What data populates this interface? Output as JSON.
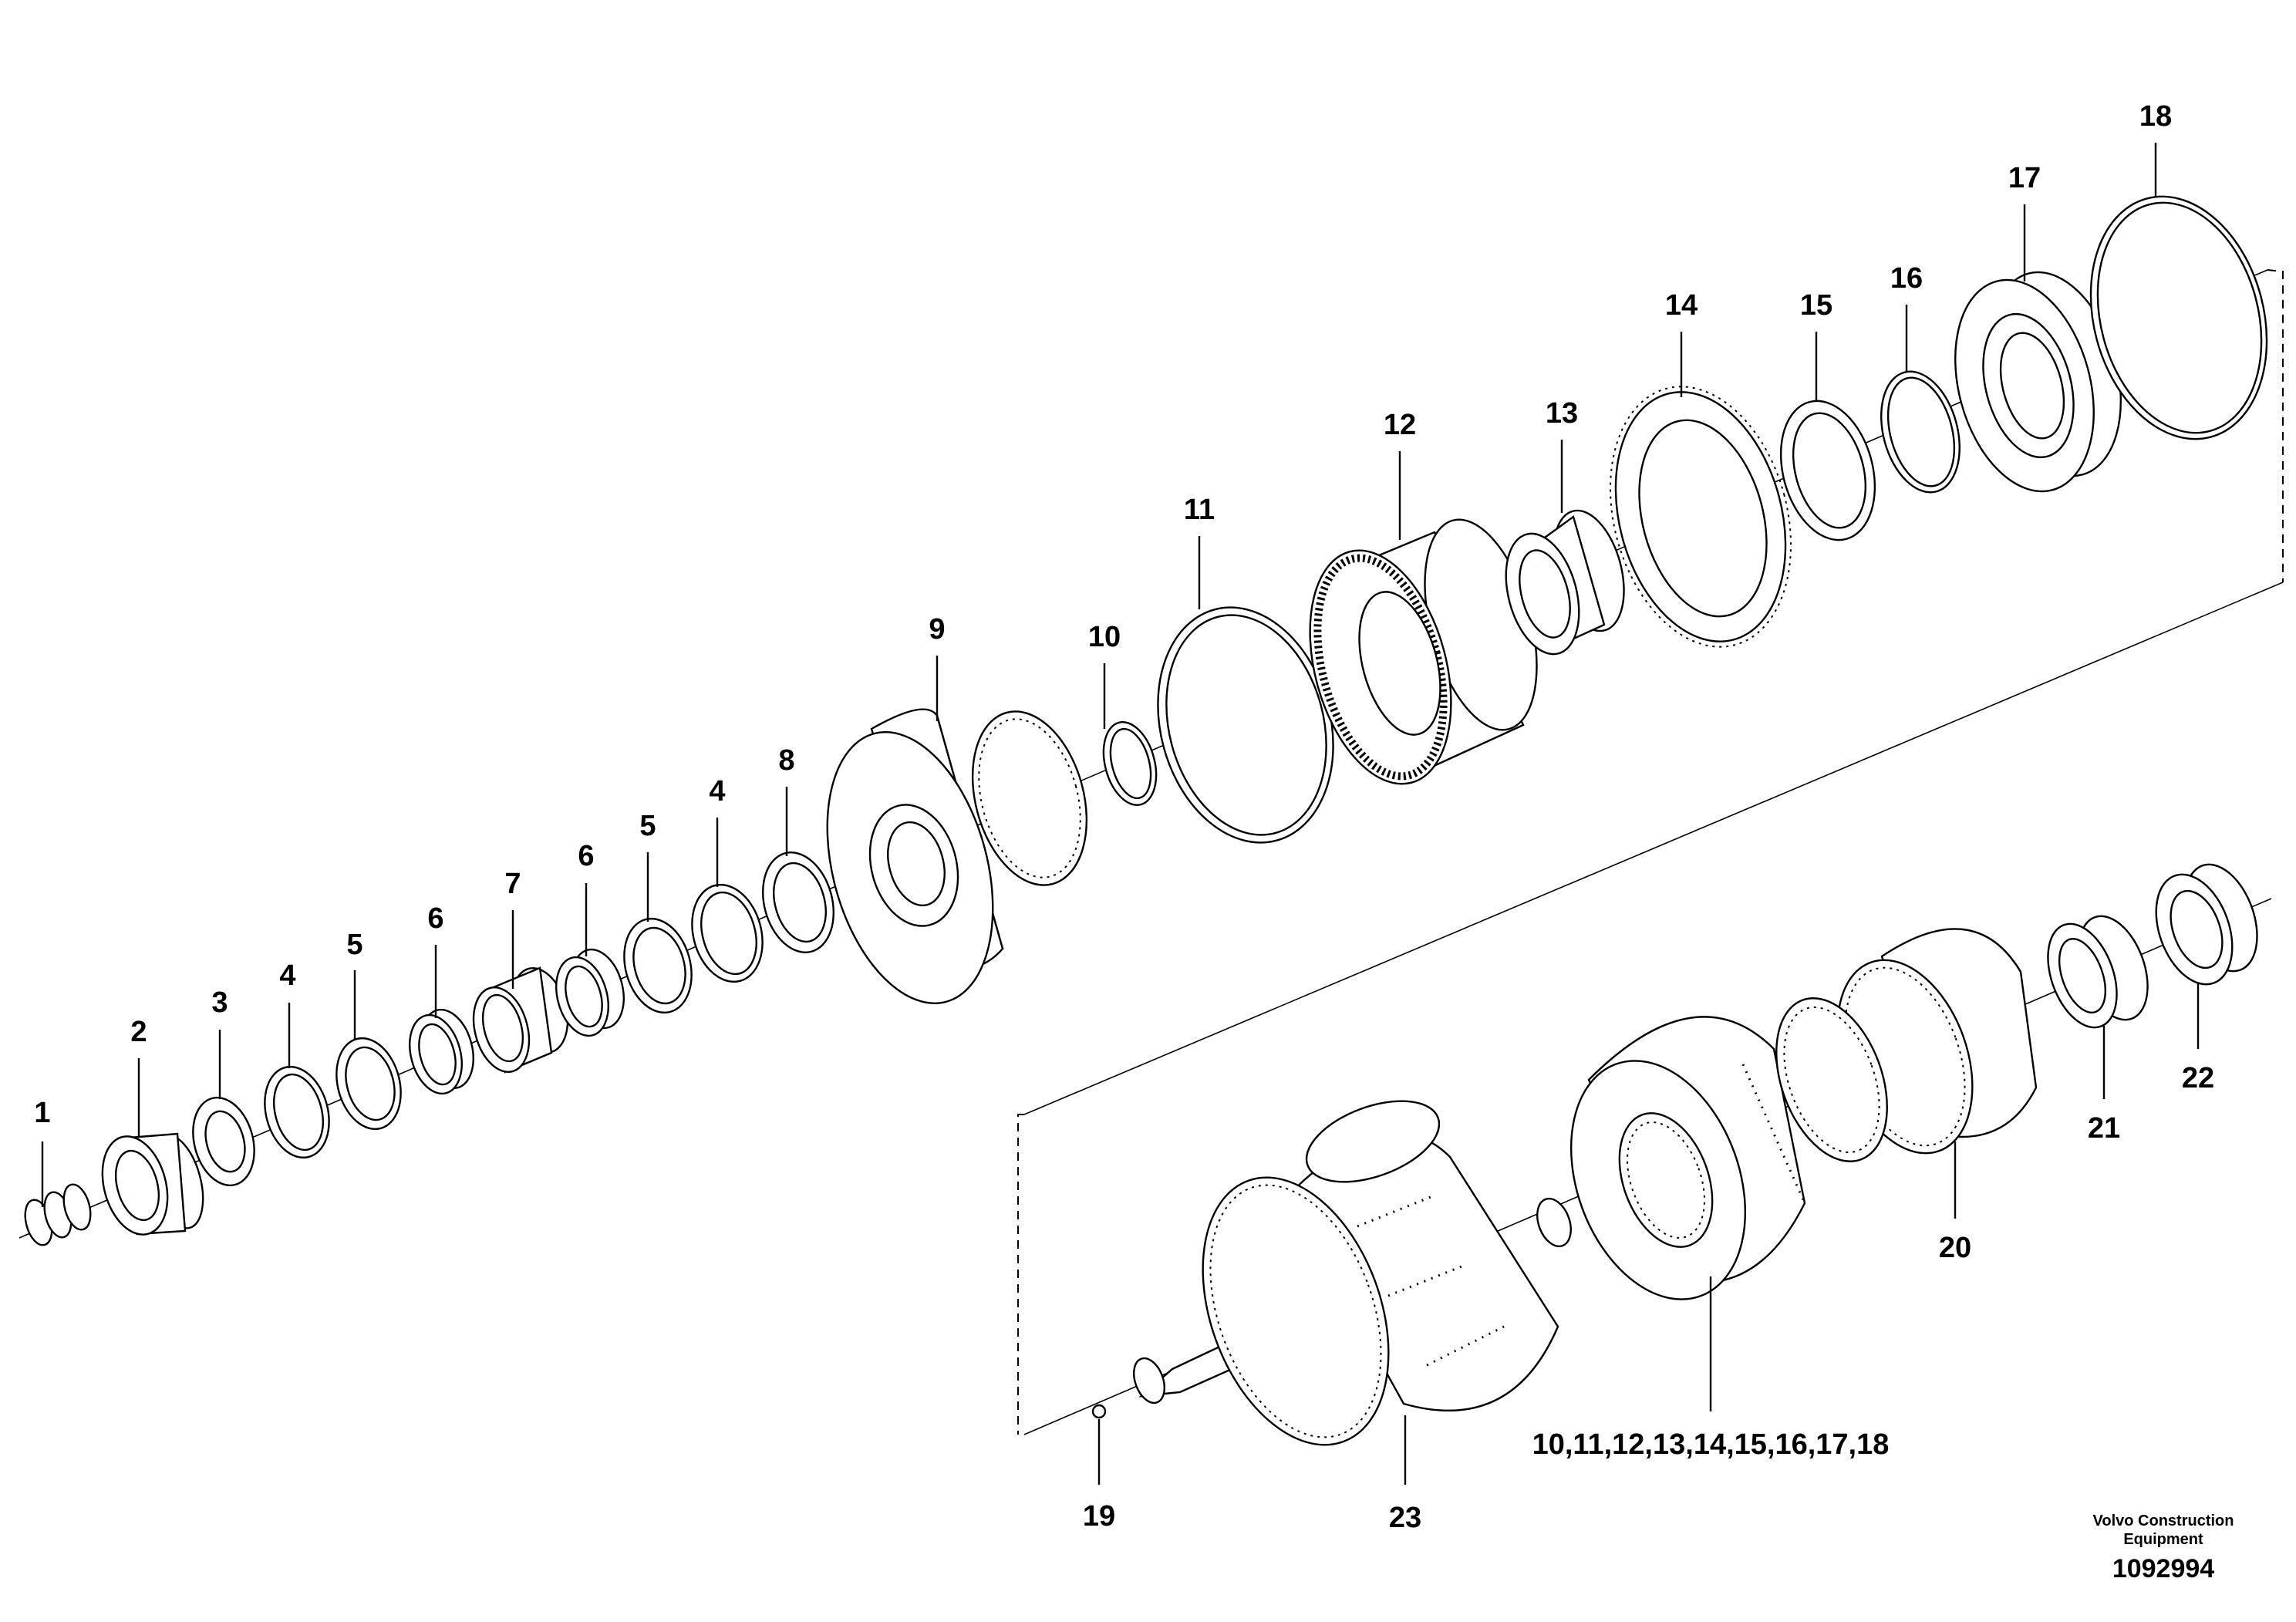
{
  "labels": {
    "p1": "1",
    "p2": "2",
    "p3": "3",
    "p4a": "4",
    "p5a": "5",
    "p6a": "6",
    "p7": "7",
    "p6b": "6",
    "p5b": "5",
    "p4b": "4",
    "p8": "8",
    "p9": "9",
    "p10": "10",
    "p11": "11",
    "p12": "12",
    "p13": "13",
    "p14": "14",
    "p15": "15",
    "p16": "16",
    "p17": "17",
    "p18": "18",
    "p19": "19",
    "p20": "20",
    "p21": "21",
    "p22": "22",
    "p23": "23",
    "assembly": "10,11,12,13,14,15,16,17,18"
  },
  "footer": {
    "brand_line1": "Volvo Construction",
    "brand_line2": "Equipment",
    "drawing_number": "1092994"
  }
}
